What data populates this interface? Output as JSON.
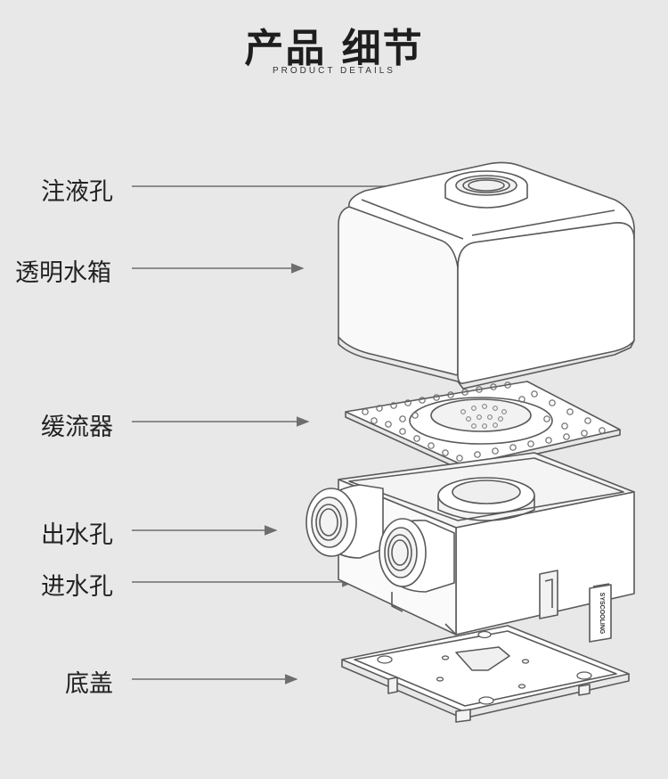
{
  "header": {
    "title": "产品 细节",
    "subtitle": "PRODUCT DETAILS"
  },
  "callouts": [
    {
      "id": "fill-port",
      "label": "注液孔"
    },
    {
      "id": "reservoir",
      "label": "透明水箱"
    },
    {
      "id": "diffuser",
      "label": "缓流器"
    },
    {
      "id": "outlet",
      "label": "出水孔"
    },
    {
      "id": "inlet",
      "label": "进水孔"
    },
    {
      "id": "bottom-cover",
      "label": "底盖"
    }
  ],
  "brand_tag": "SYSCOOLING",
  "colors": {
    "background": "#e8e8e8",
    "line": "#5a5a5a",
    "arrow": "#6e6e6e",
    "surface": "#ffffff",
    "text": "#222222"
  }
}
